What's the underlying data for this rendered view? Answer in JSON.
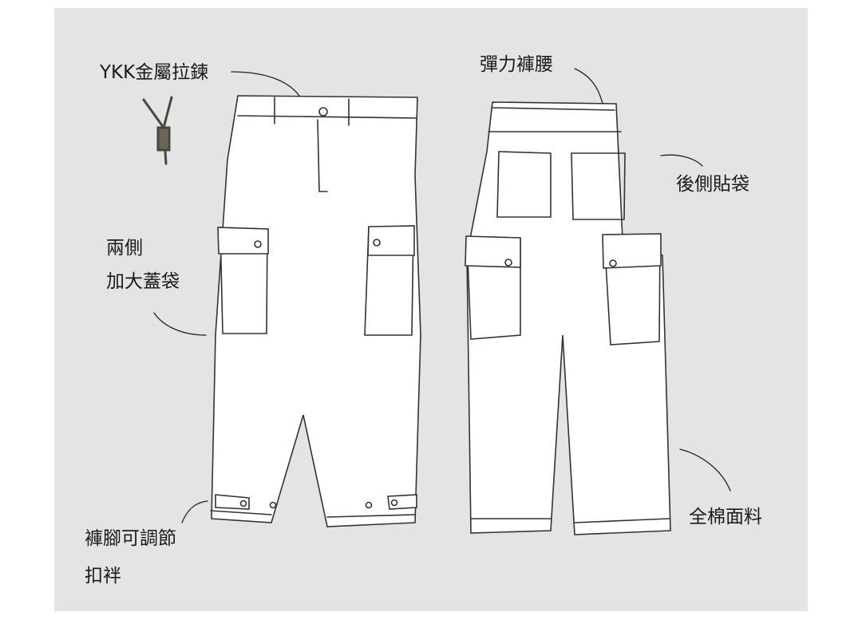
{
  "labels": {
    "zipper": "YKK金屬拉鍊",
    "side_pocket_line1": "兩側",
    "side_pocket_line2": "加大蓋袋",
    "hem_line1": "褲腳可調節",
    "hem_line2": "扣袢",
    "waist": "彈力褲腰",
    "back_pocket": "後側貼袋",
    "fabric": "全棉面料"
  },
  "colors": {
    "background": "#e4e4e4",
    "garment": "#ffffff",
    "stroke": "#333333",
    "zipper": "#4a463c"
  }
}
